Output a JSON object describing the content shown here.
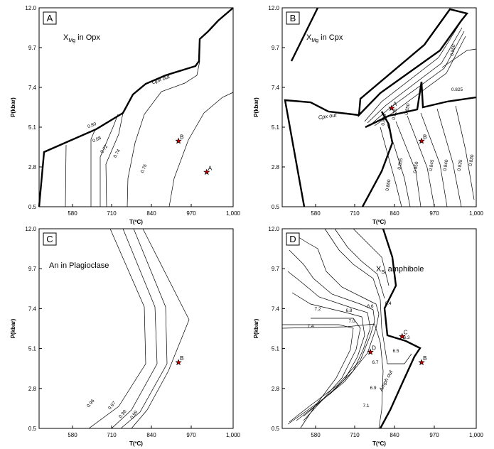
{
  "chart_data": [
    {
      "type": "line",
      "panel": "A",
      "title": "X",
      "title_sub": "Mg",
      "title_rest": " in Opx",
      "xlabel": "T(ºC)",
      "ylabel": "P(kbar)",
      "xlim": [
        450,
        1000
      ],
      "ylim": [
        0.5,
        12.0
      ],
      "xticks": [
        "580",
        "710",
        "840",
        "970",
        "1,000"
      ],
      "yticks": [
        "0.5",
        "2.8",
        "5.1",
        "7.4",
        "9.7",
        "12.0"
      ],
      "field_labels": [
        {
          "text": "Opx out"
        }
      ],
      "contour_labels": [
        "0.80",
        "0.68",
        "0.72",
        "0.74",
        "0.76"
      ],
      "samples": [
        {
          "name": "A",
          "T": 925,
          "P": 2.5
        },
        {
          "name": "B",
          "T": 845,
          "P": 4.3
        }
      ]
    },
    {
      "type": "line",
      "panel": "B",
      "title": "X",
      "title_sub": "Mg",
      "title_rest": " in Cpx",
      "xlabel": "T(ºC)",
      "ylabel": "P(kbar)",
      "xlim": [
        450,
        1000
      ],
      "ylim": [
        0.5,
        12.0
      ],
      "xticks": [
        "580",
        "710",
        "840",
        "970",
        "1,000"
      ],
      "yticks": [
        "0.5",
        "2.8",
        "5.1",
        "7.4",
        "9.7",
        "12.0"
      ],
      "field_labels": [
        {
          "text": "Cpx out"
        }
      ],
      "contour_labels": [
        "0.860",
        "0.825",
        "0.840",
        "0.835",
        "0.850",
        "0.855",
        "0.860",
        "0.850",
        "0.845",
        "0.840",
        "0.835",
        "0.830"
      ],
      "samples": [
        {
          "name": "A",
          "T": 760,
          "P": 6.2
        },
        {
          "name": "B",
          "T": 845,
          "P": 4.3
        }
      ]
    },
    {
      "type": "line",
      "panel": "C",
      "title": "An in Plagioclase",
      "title_sub": "",
      "title_rest": "",
      "xlabel": "T(ºC)",
      "ylabel": "P(kbar)",
      "xlim": [
        450,
        1000
      ],
      "ylim": [
        0.5,
        12.0
      ],
      "xticks": [
        "580",
        "710",
        "840",
        "970",
        "1,000"
      ],
      "yticks": [
        "0.5",
        "2.8",
        "5.1",
        "7.4",
        "9.7",
        "12.0"
      ],
      "field_labels": [],
      "contour_labels": [
        "0.96",
        "0.97",
        "0.98",
        "0.99"
      ],
      "samples": [
        {
          "name": "B",
          "T": 845,
          "P": 4.3
        }
      ]
    },
    {
      "type": "line",
      "panel": "D",
      "title": "X",
      "title_sub": "Si",
      "title_rest": " amphibole",
      "xlabel": "T(ºC)",
      "ylabel": "P(kbar)",
      "xlim": [
        450,
        1000
      ],
      "ylim": [
        0.5,
        12.0
      ],
      "xticks": [
        "580",
        "710",
        "840",
        "970",
        "1,000"
      ],
      "yticks": [
        "0.5",
        "2.8",
        "5.1",
        "7.4",
        "9.7",
        "12.0"
      ],
      "field_labels": [
        {
          "text": "Amph out"
        }
      ],
      "contour_labels": [
        "6.4",
        "6.6",
        "6.8",
        "7.0",
        "7.2",
        "7.4",
        "6.3",
        "6.5",
        "6.7",
        "6.9",
        "7.1"
      ],
      "samples": [
        {
          "name": "C",
          "T": 790,
          "P": 5.8
        },
        {
          "name": "D",
          "T": 700,
          "P": 4.9
        },
        {
          "name": "B",
          "T": 845,
          "P": 4.3
        }
      ]
    }
  ]
}
